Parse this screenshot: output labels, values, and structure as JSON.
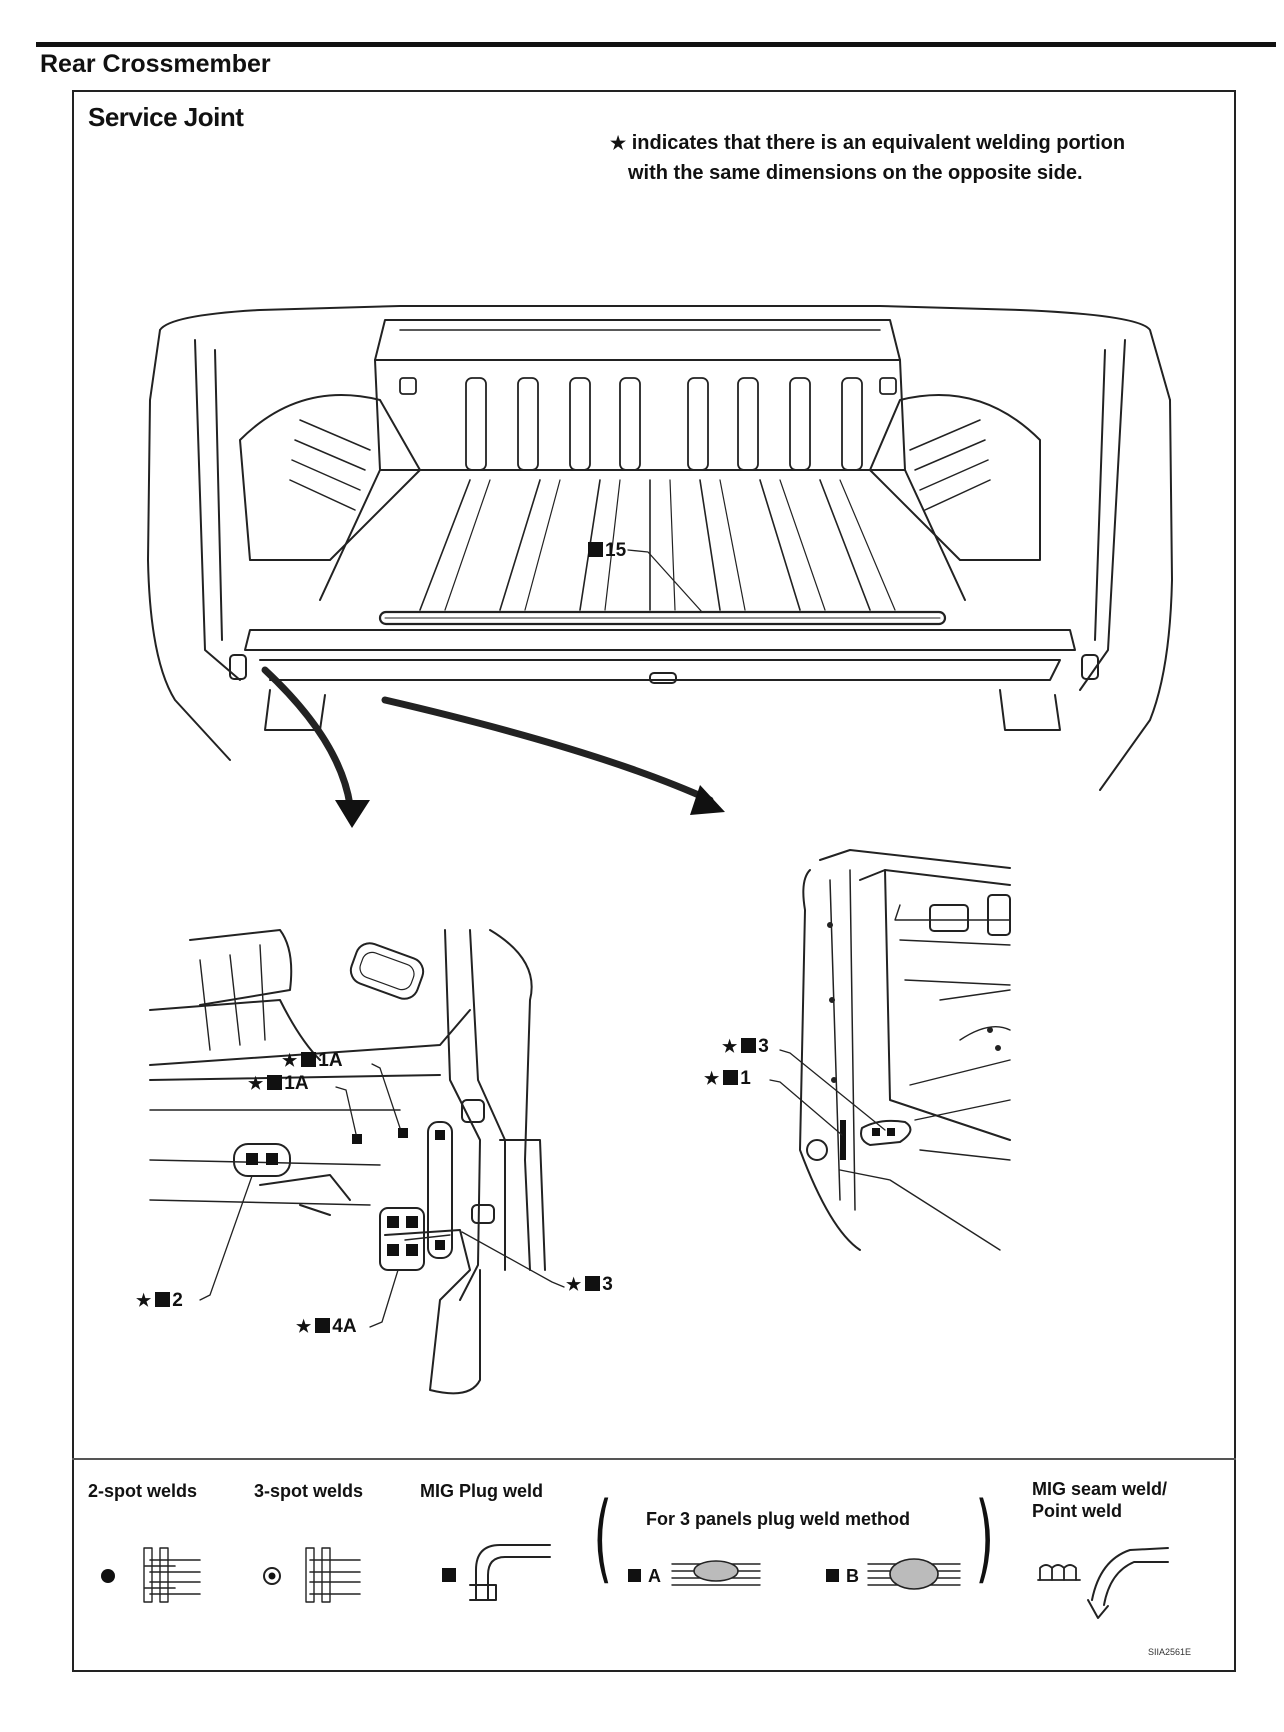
{
  "header": {
    "section_title": "Rear Crossmember"
  },
  "panel": {
    "title": "Service Joint",
    "note_line1": "indicates that there is an equivalent welding portion",
    "note_line2": "with the same dimensions on the opposite side."
  },
  "callouts": {
    "c15": "15",
    "c1a_top": "1A",
    "c1a_mid": "1A",
    "c2": "2",
    "c4a": "4A",
    "c3_left": "3",
    "c3_right": "3",
    "c1_right": "1"
  },
  "legend": {
    "two_spot": "2-spot welds",
    "three_spot": "3-spot welds",
    "mig_plug": "MIG Plug weld",
    "three_panel": "For 3 panels plug weld method",
    "method_a": "A",
    "method_b": "B",
    "mig_seam_1": "MIG seam weld/",
    "mig_seam_2": "Point weld"
  },
  "figure_code": "SIIA2561E",
  "icons": [
    "star-icon",
    "square-icon",
    "spot-weld-icon",
    "plug-weld-icon",
    "seam-weld-icon"
  ]
}
